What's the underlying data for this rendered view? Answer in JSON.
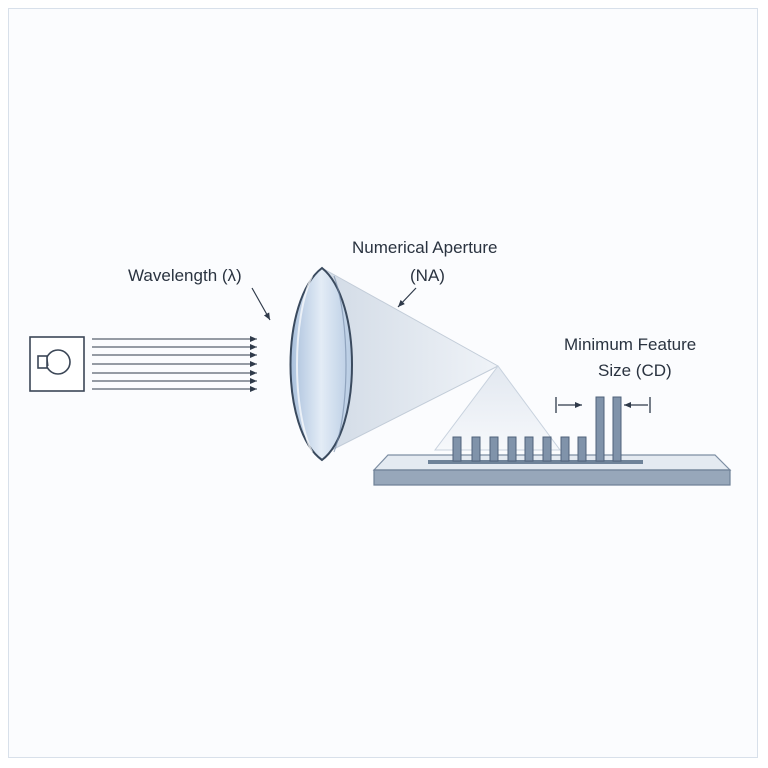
{
  "labels": {
    "wavelength": "Wavelength (λ)",
    "na_line1": "Numerical Aperture",
    "na_line2": "(NA)",
    "cd_line1": "Minimum Feature",
    "cd_line2": "Size (CD)"
  },
  "icons": {
    "light_source": "light-bulb-icon"
  },
  "colors": {
    "stroke": "#2f3a4a",
    "lens_fill": "#c5d6ea",
    "lens_edge": "#3a4a5e",
    "cone_fill": "#dfe6ef",
    "wafer_top": "#dde4ed",
    "wafer_side": "#8fa0b3",
    "feature": "#7f93aa"
  }
}
